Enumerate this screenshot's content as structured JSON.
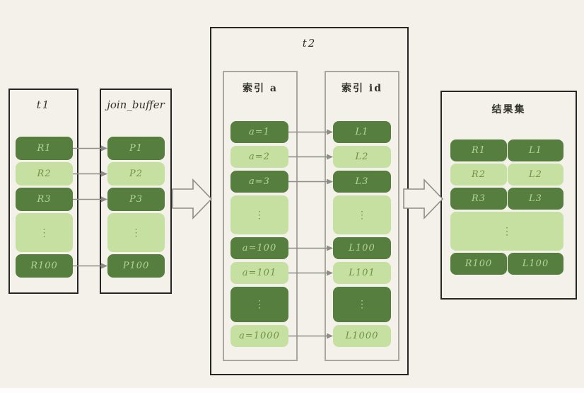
{
  "diagram_title": "BKA join flow: t1 rows to join_buffer, lookup via t2 index a to index id, producing result set",
  "colors": {
    "background": "#f4f1ea",
    "block_dark": "#567e3e",
    "block_light": "#c6e0a2",
    "text_on_dark": "#b4d494",
    "text_on_light": "#6e9346",
    "outer_border": "#262624",
    "inner_border": "#a8a6a0",
    "arrow": "#8d8d89",
    "title_text": "#33332e"
  },
  "t1": {
    "title": "t1",
    "rows": [
      {
        "label": "R1",
        "variant": "dark"
      },
      {
        "label": "R2",
        "variant": "light"
      },
      {
        "label": "R3",
        "variant": "dark"
      },
      {
        "label": "⋮",
        "variant": "light",
        "dots": true
      },
      {
        "label": "R100",
        "variant": "dark"
      }
    ]
  },
  "join_buffer": {
    "title": "join_buffer",
    "rows": [
      {
        "label": "P1",
        "variant": "dark"
      },
      {
        "label": "P2",
        "variant": "light"
      },
      {
        "label": "P3",
        "variant": "dark"
      },
      {
        "label": "⋮",
        "variant": "light",
        "dots": true
      },
      {
        "label": "P100",
        "variant": "dark"
      }
    ]
  },
  "t2": {
    "title": "t2",
    "index_a": {
      "title": "索引 a",
      "rows": [
        {
          "label": "a=1",
          "variant": "dark"
        },
        {
          "label": "a=2",
          "variant": "light"
        },
        {
          "label": "a=3",
          "variant": "dark"
        },
        {
          "label": "⋮",
          "variant": "light",
          "dots": true
        },
        {
          "label": "a=100",
          "variant": "dark"
        },
        {
          "label": "a=101",
          "variant": "light"
        },
        {
          "label": "⋮",
          "variant": "dark",
          "dots": true
        },
        {
          "label": "a=1000",
          "variant": "light"
        }
      ]
    },
    "index_id": {
      "title": "索引 id",
      "rows": [
        {
          "label": "L1",
          "variant": "dark"
        },
        {
          "label": "L2",
          "variant": "light"
        },
        {
          "label": "L3",
          "variant": "dark"
        },
        {
          "label": "⋮",
          "variant": "light",
          "dots": true
        },
        {
          "label": "L100",
          "variant": "dark"
        },
        {
          "label": "L101",
          "variant": "light"
        },
        {
          "label": "⋮",
          "variant": "dark",
          "dots": true
        },
        {
          "label": "L1000",
          "variant": "light"
        }
      ]
    }
  },
  "result": {
    "title": "结果集",
    "rows": [
      {
        "left": "R1",
        "right": "L1",
        "variant": "dark"
      },
      {
        "left": "R2",
        "right": "L2",
        "variant": "light"
      },
      {
        "left": "R3",
        "right": "L3",
        "variant": "dark"
      },
      {
        "label": "⋮",
        "variant": "light",
        "dots": true
      },
      {
        "left": "R100",
        "right": "L100",
        "variant": "dark"
      }
    ]
  },
  "icons": {
    "row_arrow": "right-arrow",
    "flow_arrow": "hollow-block-right-arrow"
  }
}
